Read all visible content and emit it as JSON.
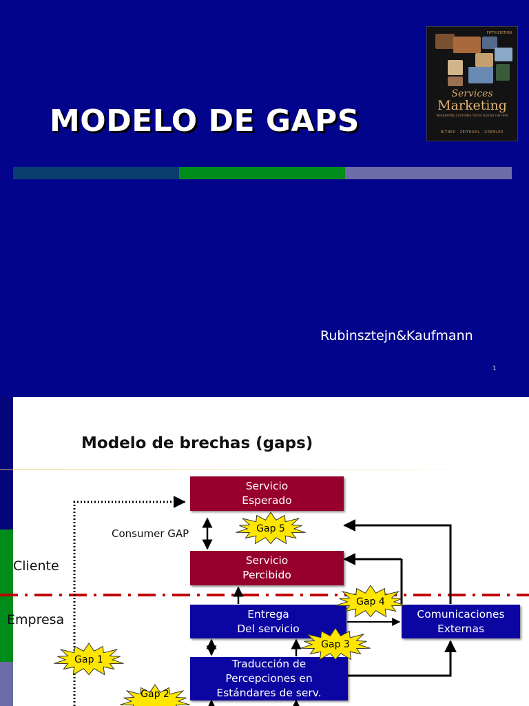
{
  "slide1": {
    "title": "MODELO DE GAPS",
    "author": "Rubinsztejn&Kaufmann",
    "page_number": "1",
    "bar_colors": [
      "#0b3c6e",
      "#008c1a",
      "#6c6ca8"
    ],
    "background": "#02048c",
    "book": {
      "edition": "FIFTH EDITION",
      "title_line1": "Services",
      "title_line2": "Marketing",
      "tagline": "INTEGRATING CUSTOMER FOCUS ACROSS THE FIRM",
      "authors": "BITNER · ZEITHAML · GREMLER"
    }
  },
  "slide2": {
    "title": "Modelo de brechas (gaps)",
    "labels": {
      "cliente": "Cliente",
      "empresa": "Empresa",
      "consumer_gap": "Consumer GAP"
    },
    "boxes": {
      "servicio_esperado": [
        "Servicio",
        "Esperado"
      ],
      "servicio_percibido": [
        "Servicio",
        "Percibido"
      ],
      "entrega": [
        "Entrega",
        "Del  servicio"
      ],
      "comunicaciones": [
        "Comunicaciones",
        "Externas"
      ],
      "traduccion": [
        "Traducción de",
        "Percepciones en",
        "Estándares de serv."
      ]
    },
    "gaps": {
      "gap1": "Gap 1",
      "gap2": "Gap 2",
      "gap3": "Gap 3",
      "gap4": "Gap 4",
      "gap5": "Gap 5"
    },
    "colors": {
      "red_box": "#97002b",
      "blue_box": "#0b05a2",
      "divider": "#c00000",
      "gap_star": "#ffe600"
    }
  }
}
